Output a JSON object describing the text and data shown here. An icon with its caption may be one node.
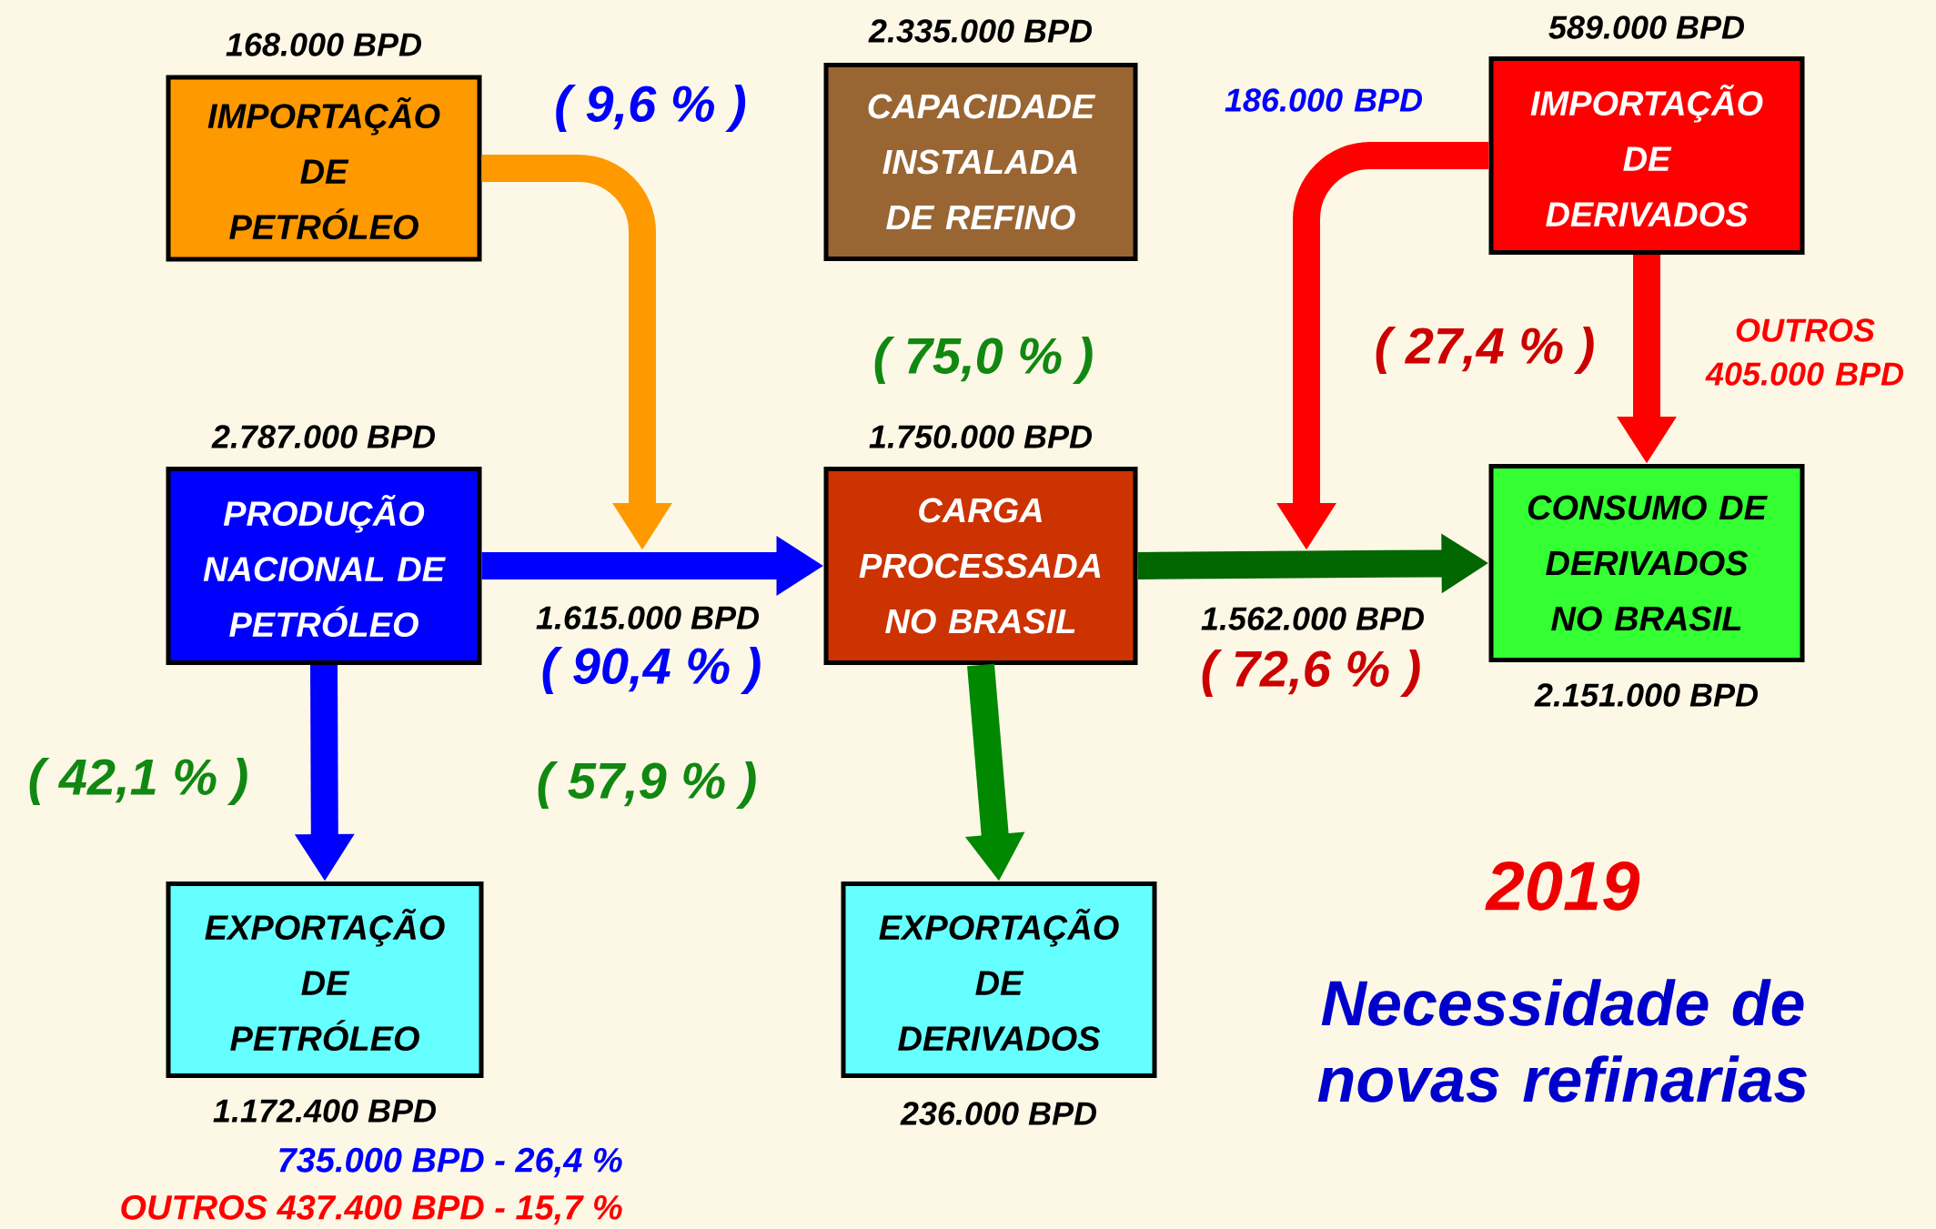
{
  "diagram": {
    "nodes": [
      {
        "text": [
          "IMPORTAÇÃO DE PETRÓLEO"
        ],
        "beside": [
          "168.000  BPD"
        ]
      },
      {
        "text": [
          "CAPACIDADE INSTALADA DE REFINO"
        ],
        "beside": [
          "2.335.000  BPD"
        ]
      },
      {
        "text": [
          "IMPORTAÇÃO DE DERIVADOS"
        ],
        "beside": [
          "589.000  BPD"
        ]
      },
      {
        "text": [
          "PRODUÇÃO NACIONAL DE PETRÓLEO"
        ],
        "beside": [
          "2.787.000  BPD"
        ]
      },
      {
        "text": [
          "CARGA PROCESSADA NO BRASIL"
        ],
        "beside": [
          "1.750.000  BPD"
        ]
      },
      {
        "text": [
          "CONSUMO DE DERIVADOS NO BRASIL"
        ],
        "beside": [
          "2.151.000  BPD"
        ]
      },
      {
        "text": [
          "EXPORTAÇÃO DE PETRÓLEO"
        ],
        "beside": [
          "1.172.400  BPD"
        ]
      },
      {
        "text": [
          "EXPORTAÇÃO DE DERIVADOS"
        ],
        "beside": [
          "236.000  BPD"
        ]
      }
    ],
    "edges": [
      {
        "from": 0,
        "to": null,
        "arrow": "to",
        "color": "#ff9900"
      },
      {
        "from": 3,
        "to": 4,
        "arrow": "to",
        "color": "#0000ff",
        "label": "1.615.000  BPD"
      },
      {
        "from": 2,
        "to": null,
        "arrow": "to",
        "color": "#ff0000",
        "label": "186.000  BPD"
      },
      {
        "from": 2,
        "to": 5,
        "arrow": "to",
        "color": "#ff0000",
        "label": "OUTROS 405.000  BPD"
      },
      {
        "from": 4,
        "to": 5,
        "arrow": "to",
        "color": "#006600",
        "label": "1.562.000  BPD"
      },
      {
        "from": 3,
        "to": 6,
        "arrow": "to",
        "color": "#0000ff"
      },
      {
        "from": 4,
        "to": 7,
        "arrow": "to",
        "color": "#008800"
      }
    ],
    "labels": [
      "( 9,6 % )",
      "( 75,0 % )",
      "( 27,4 % )",
      "( 90,4 % )",
      "( 72,6 % )",
      "( 42,1 % )",
      "( 57,9 % )",
      "735.000  BPD - 26,4 %",
      "OUTROS  437.400  BPD - 15,7 %",
      "2019",
      "Necessidade de novas refinarias"
    ]
  }
}
